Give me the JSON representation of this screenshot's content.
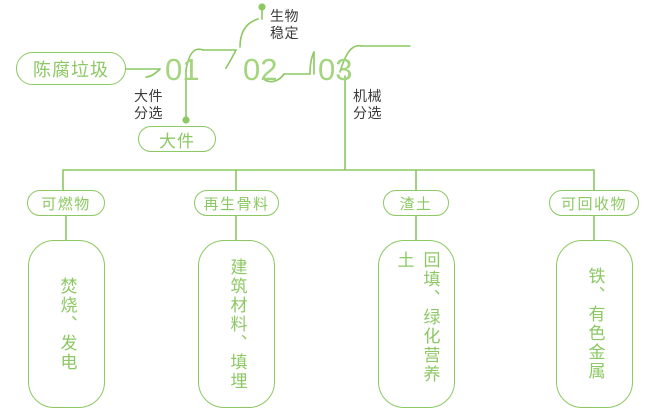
{
  "theme": {
    "green": "#8cc863",
    "green_light": "#a3d47e",
    "dark_text": "#3b3b3b",
    "background": "#ffffff"
  },
  "flow": {
    "source": {
      "label": "陈腐垃圾"
    },
    "stages": [
      {
        "number": "01",
        "process_label": "大件\n分选"
      },
      {
        "number": "02",
        "process_label": "生物\n稳定"
      },
      {
        "number": "03",
        "process_label": "机械\n分选"
      }
    ],
    "branch_output": {
      "label": "大件"
    }
  },
  "outputs": [
    {
      "category": "可燃物",
      "destination": "焚烧、发电"
    },
    {
      "category": "再生骨料",
      "destination": "建筑材料、填埋"
    },
    {
      "category": "渣土",
      "destination": "回填、绿化营养土"
    },
    {
      "category": "可回收物",
      "destination": "铁、有色金属"
    }
  ]
}
